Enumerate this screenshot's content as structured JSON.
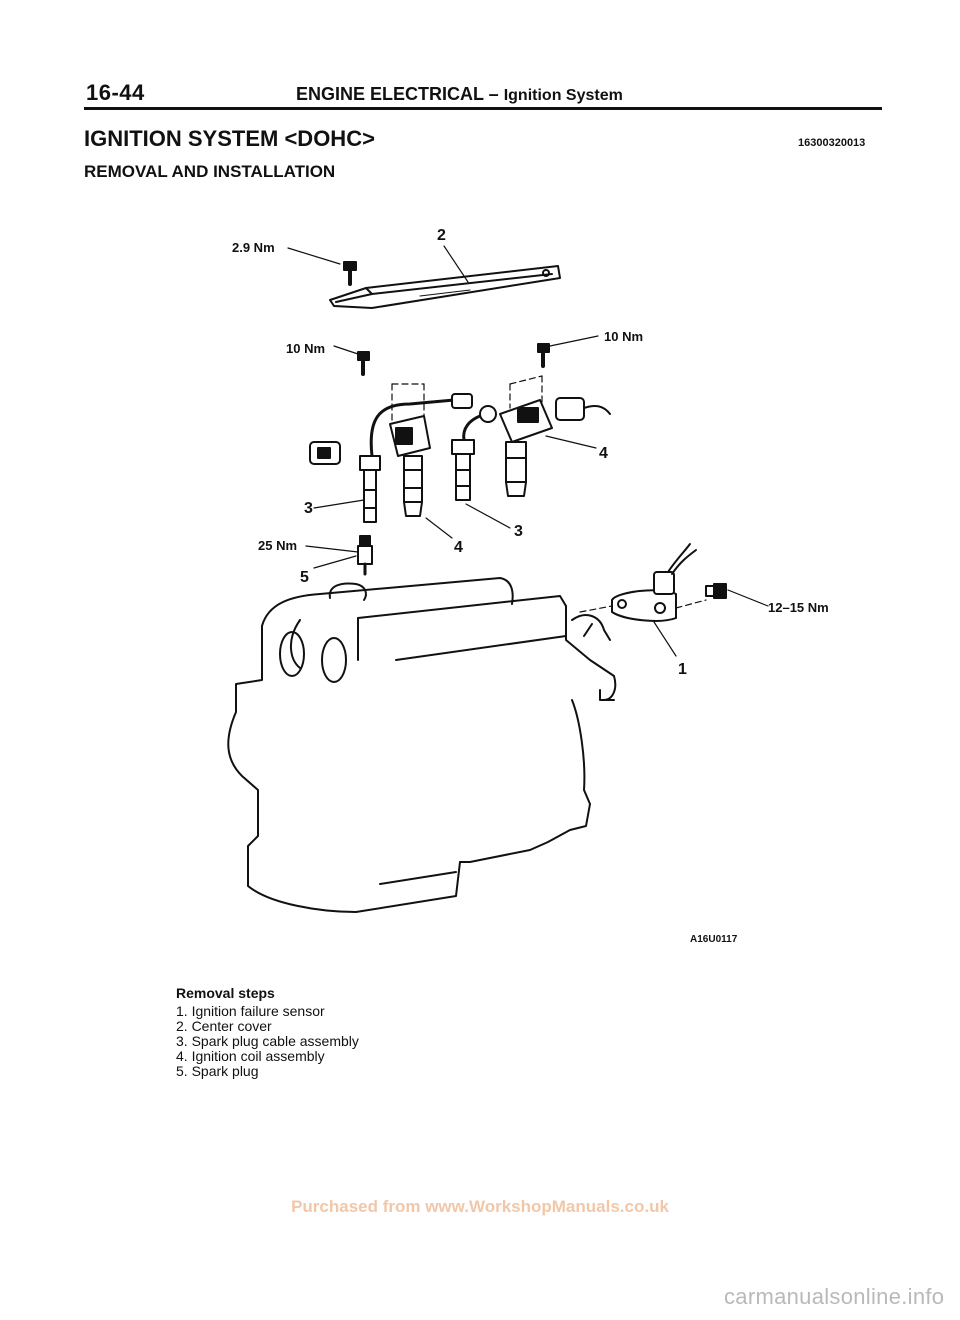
{
  "header": {
    "page_number": "16-44",
    "title": "ENGINE ELECTRICAL – ",
    "subtitle": "Ignition System"
  },
  "section": {
    "title": "IGNITION SYSTEM <DOHC>",
    "subtitle": "REMOVAL AND INSTALLATION",
    "code": "16300320013"
  },
  "diagram": {
    "labels": {
      "torque_cover": "2.9 Nm",
      "part_2": "2",
      "torque_left_coil": "10 Nm",
      "torque_right_coil": "10 Nm",
      "part_4_right": "4",
      "part_3_left": "3",
      "part_3_center": "3",
      "part_4_center": "4",
      "torque_spark_plug": "25 Nm",
      "part_5": "5",
      "torque_sensor": "12–15 Nm",
      "part_1": "1"
    },
    "figure_code": "A16U0117"
  },
  "removal_steps": {
    "title": "Removal steps",
    "items": [
      "1. Ignition failure sensor",
      "2. Center cover",
      "3. Spark plug cable assembly",
      "4. Ignition coil assembly",
      "5. Spark plug"
    ]
  },
  "footer": {
    "watermark": "Purchased from www.WorkshopManuals.co.uk",
    "site": "carmanualsonline.info"
  }
}
